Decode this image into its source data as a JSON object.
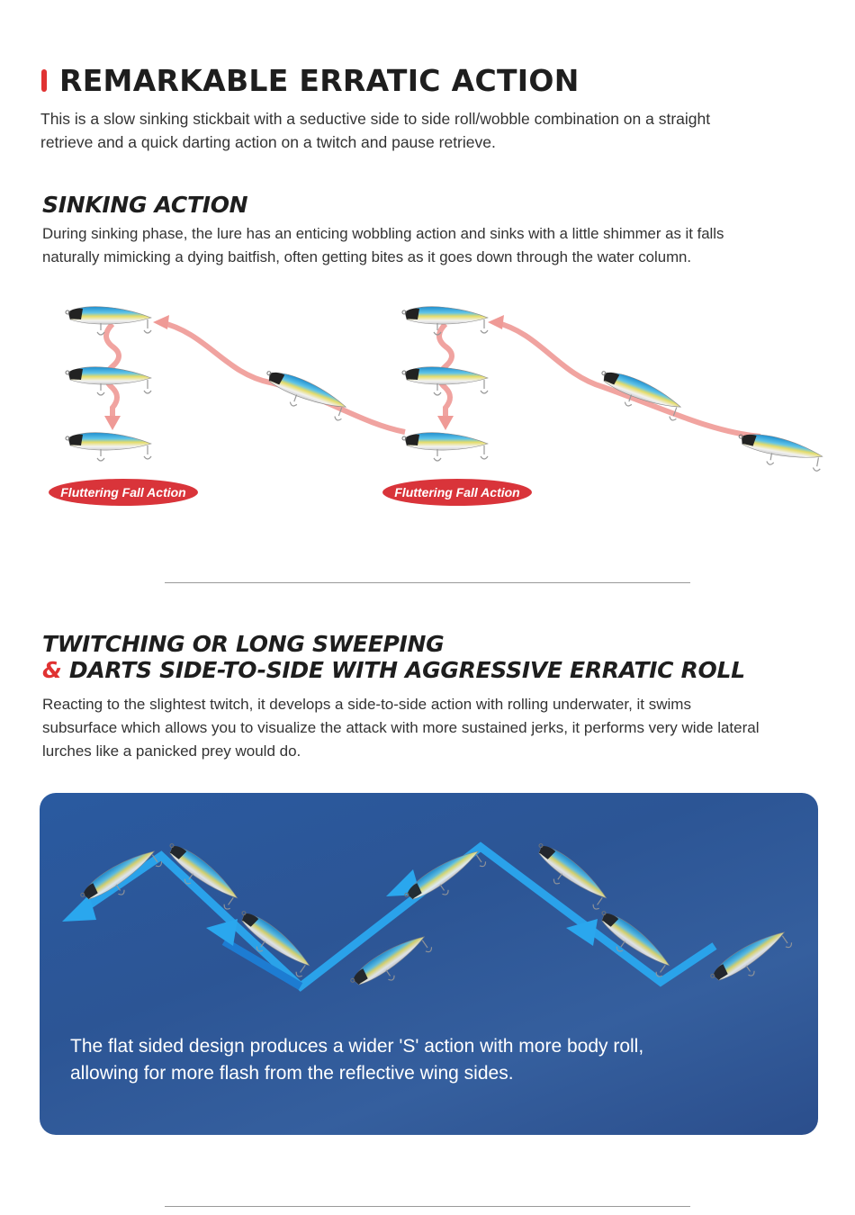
{
  "section1": {
    "title": "REMARKABLE ERRATIC ACTION",
    "body_line1": "This is a slow sinking stickbait with a seductive side to side roll/wobble combination on a straight",
    "body_line2": "retrieve and a quick darting action on a twitch and pause retrieve."
  },
  "section2": {
    "title": "SINKING ACTION",
    "body_line1": "During sinking phase, the lure has an enticing wobbling action and sinks with a little shimmer as it falls",
    "body_line2": "naturally mimicking a dying baitfish, often getting bites as it goes down through the water column.",
    "badges": [
      "Fluttering Fall Action",
      "Fluttering Fall Action"
    ]
  },
  "section3": {
    "title_line1": "TWITCHING OR LONG SWEEPING",
    "title_amp": "&",
    "title_line2": " DARTS SIDE-TO-SIDE WITH AGGRESSIVE ERRATIC ROLL",
    "body_line1": "Reacting to the slightest twitch, it develops a side-to-side action with rolling underwater, it swims",
    "body_line2": "subsurface which allows you to visualize the attack with more sustained jerks, it performs very wide lateral",
    "body_line3": "lurches like a panicked prey would do.",
    "caption_line1": "The flat sided design produces a wider 'S' action with more body roll,",
    "caption_line2": "allowing for more flash from the reflective wing sides."
  },
  "colors": {
    "accent": "#e03232",
    "panel": "#2c5595",
    "path": "#ef9a96",
    "arrow_blue": "#2aa7ee"
  }
}
